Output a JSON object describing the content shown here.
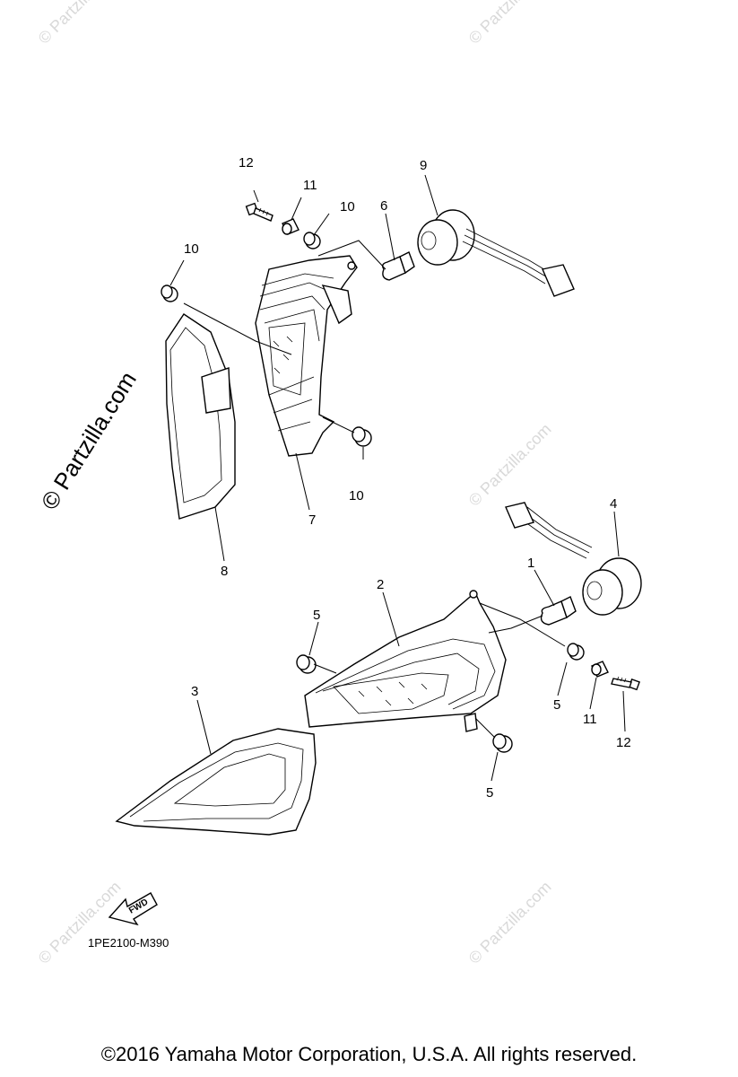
{
  "watermarks": {
    "small": "© Partzilla.com",
    "large": "© Partzilla.com"
  },
  "callouts": {
    "c12_top": "12",
    "c11_top": "11",
    "c10_top": "10",
    "c6": "6",
    "c9": "9",
    "c10_left": "10",
    "c10_right": "10",
    "c7": "7",
    "c8": "8",
    "c4": "4",
    "c1": "1",
    "c2": "2",
    "c5_upper": "5",
    "c3": "3",
    "c5_right": "5",
    "c11_bottom": "11",
    "c12_bottom": "12",
    "c5_lower": "5"
  },
  "fwd_label": "FWD",
  "diagram_code": "1PE2100-M390",
  "copyright": "©2016  Yamaha Motor Corporation, U.S.A. All rights reserved."
}
